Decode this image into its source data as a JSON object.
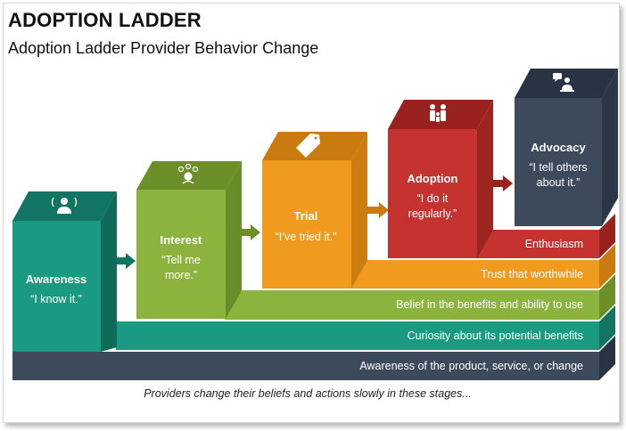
{
  "header": {
    "title": "ADOPTION LADDER",
    "subtitle": "Adoption Ladder Provider Behavior Change"
  },
  "stages": [
    {
      "name": "Awareness",
      "quote": "“I know it.”",
      "icon": "person-speaking-icon",
      "color": "#1a9a80"
    },
    {
      "name": "Interest",
      "quote": "“Tell me more.”",
      "quote_line1": "“Tell me",
      "quote_line2": "more.”",
      "icon": "people-network-icon",
      "color": "#8bb33d"
    },
    {
      "name": "Trial",
      "quote": "“I’ve tried it.”",
      "icon": "price-tag-icon",
      "color": "#f09b1e"
    },
    {
      "name": "Adoption",
      "quote": "“I do it regularly.”",
      "quote_line1": "“I do it",
      "quote_line2": "regularly.”",
      "icon": "family-icon",
      "color": "#c5322f"
    },
    {
      "name": "Advocacy",
      "quote": "“I tell others about it.”",
      "quote_line1": "“I tell others",
      "quote_line2": "about it.”",
      "icon": "presenter-icon",
      "color": "#3d4a5c"
    }
  ],
  "bands": [
    {
      "text": "Enthusiasm",
      "color": "#c5322f"
    },
    {
      "text": "Trust that worthwhile",
      "color": "#f09b1e"
    },
    {
      "text": "Belief in the benefits and ability to use",
      "color": "#8bb33d"
    },
    {
      "text": "Curiosity about its potential benefits",
      "color": "#1a9a80"
    },
    {
      "text": "Awareness of the product, service, or change",
      "color": "#3d4a5c"
    }
  ],
  "caption": "Providers change their beliefs and actions slowly in these stages..."
}
